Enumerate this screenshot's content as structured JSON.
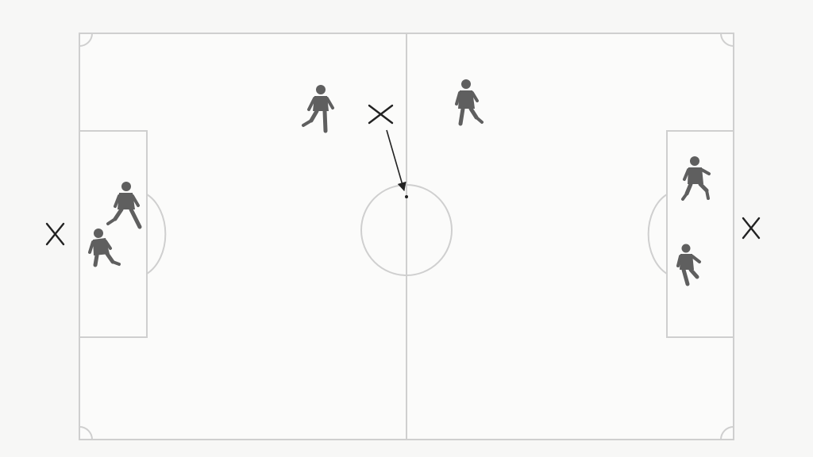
{
  "diagram": {
    "kind": "football-tactics-board",
    "colors": {
      "background": "#f7f7f6",
      "pitch_surface": "#fbfbfa",
      "pitch_lines": "#cfcfcf",
      "player_figure": "#5f5f5f",
      "marker": "#222222",
      "arrow": "#222222"
    },
    "pitch": {
      "halfway_line": true,
      "center_circle": true,
      "center_spot": true,
      "penalty_areas": 2,
      "penalty_arcs": 2,
      "corner_arcs": 4
    },
    "players": [
      {
        "id": "player-top-left-mid",
        "team_side": "left",
        "pose": "running"
      },
      {
        "id": "player-top-right-mid",
        "team_side": "right",
        "pose": "walking"
      },
      {
        "id": "player-left-box-1",
        "team_side": "left",
        "pose": "running"
      },
      {
        "id": "player-left-box-2",
        "team_side": "left",
        "pose": "crouching"
      },
      {
        "id": "player-right-box-1",
        "team_side": "right",
        "pose": "kneeling"
      },
      {
        "id": "player-right-box-2",
        "team_side": "right",
        "pose": "walking"
      }
    ],
    "markers": [
      {
        "id": "x-marker-top-center",
        "symbol": "✕"
      },
      {
        "id": "x-marker-left-goal",
        "symbol": "✕"
      },
      {
        "id": "x-marker-right-goal",
        "symbol": "✕"
      }
    ],
    "arrows": [
      {
        "id": "pass-arrow",
        "from": "x-marker-top-center",
        "to": "center-spot"
      }
    ]
  }
}
